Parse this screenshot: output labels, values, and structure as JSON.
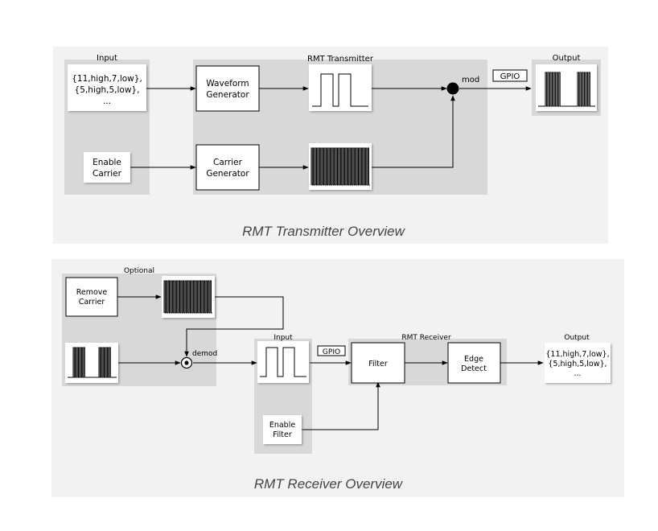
{
  "transmitter": {
    "caption": "RMT Transmitter Overview",
    "input_label": "Input",
    "input_lines": [
      "{11,high,7,low},",
      "{5,high,5,low},",
      "..."
    ],
    "enable_carrier": [
      "Enable",
      "Carrier"
    ],
    "group_label": "RMT Transmitter",
    "waveform_generator": [
      "Waveform",
      "Generator"
    ],
    "carrier_generator": [
      "Carrier",
      "Generator"
    ],
    "mod_label": "mod",
    "gpio_label": "GPIO",
    "output_label": "Output"
  },
  "receiver": {
    "caption": "RMT Receiver Overview",
    "optional_label": "Optional",
    "remove_carrier": [
      "Remove",
      "Carrier"
    ],
    "demod_label": "demod",
    "input_label": "Input",
    "gpio_label": "GPIO",
    "group_label": "RMT Receiver",
    "filter_label": "Filter",
    "edge_detect": [
      "Edge",
      "Detect"
    ],
    "enable_filter": [
      "Enable",
      "Filter"
    ],
    "output_label": "Output",
    "output_lines": [
      "{11,high,7,low},",
      "{5,high,5,low},",
      "..."
    ]
  },
  "colors": {
    "panel": "#f2f2f2",
    "group": "#d8d8d8",
    "box_fill": "#ffffff",
    "line": "#000000"
  }
}
